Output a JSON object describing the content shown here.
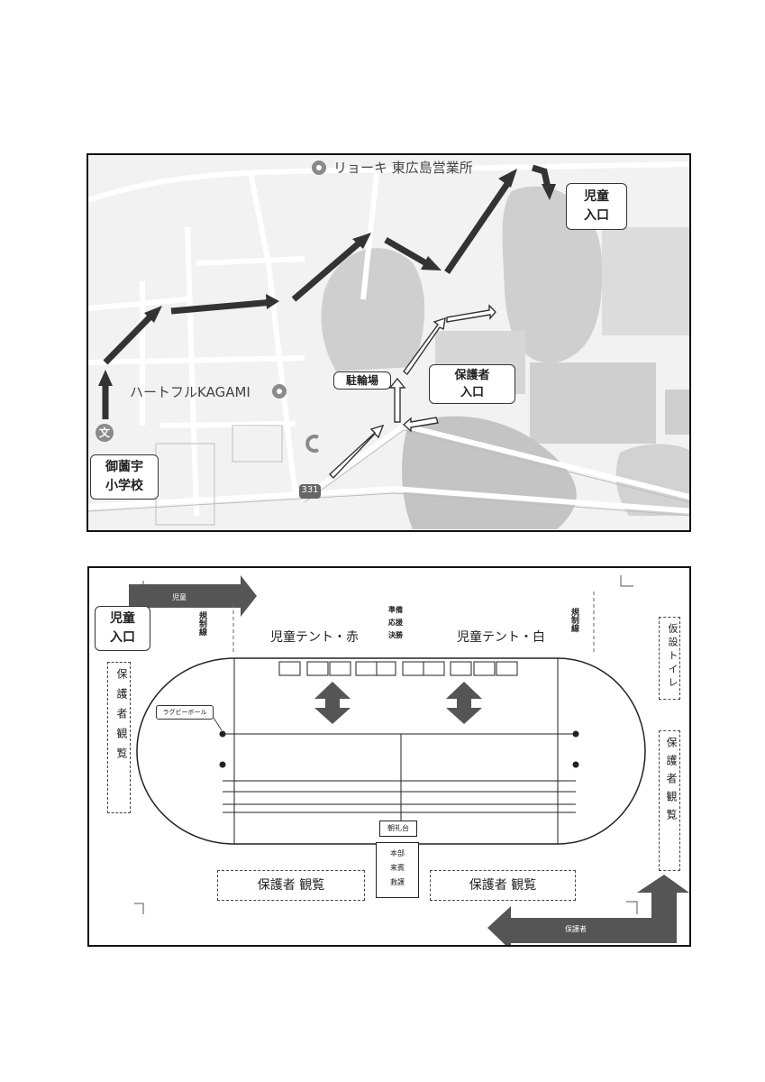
{
  "map": {
    "labels": {
      "ryoki": "リョーキ 東広島営業所",
      "heartful": "ハートフルKAGAMI",
      "road_number": "331",
      "school_icon": "文"
    },
    "callouts": {
      "child_entrance": [
        "児童",
        "入口"
      ],
      "parking": "駐輪場",
      "parent_entrance": [
        "保護者",
        "入口"
      ],
      "school": [
        "御薗宇",
        "小学校"
      ]
    },
    "colors": {
      "dark_arrow": "#333333",
      "outline_arrow": "#ffffff",
      "map_block": "#c8c8c8",
      "road": "#ffffff"
    }
  },
  "field": {
    "top_arrow_label": "児童",
    "bottom_arrow_label": "保護者",
    "child_entrance": [
      "児童",
      "入口"
    ],
    "restriction_line_left": "規制線",
    "restriction_line_right": "規制線",
    "tent_red": "児童テント・赤",
    "tent_white": "児童テント・白",
    "ready_lines": [
      "準備",
      "応援",
      "決勝"
    ],
    "toilet": "仮設トイレ",
    "parents_view_left": "保護者観覧",
    "parents_view_right": "保護者観覧",
    "parents_view_bottom": "保護者 観覧",
    "rugby_ball": "ラグビーボール",
    "podium": "朝礼台",
    "hq_lines": [
      "本部",
      "来賓",
      "救護"
    ],
    "colors": {
      "arrow": "#555555",
      "track_line": "#222222"
    }
  }
}
